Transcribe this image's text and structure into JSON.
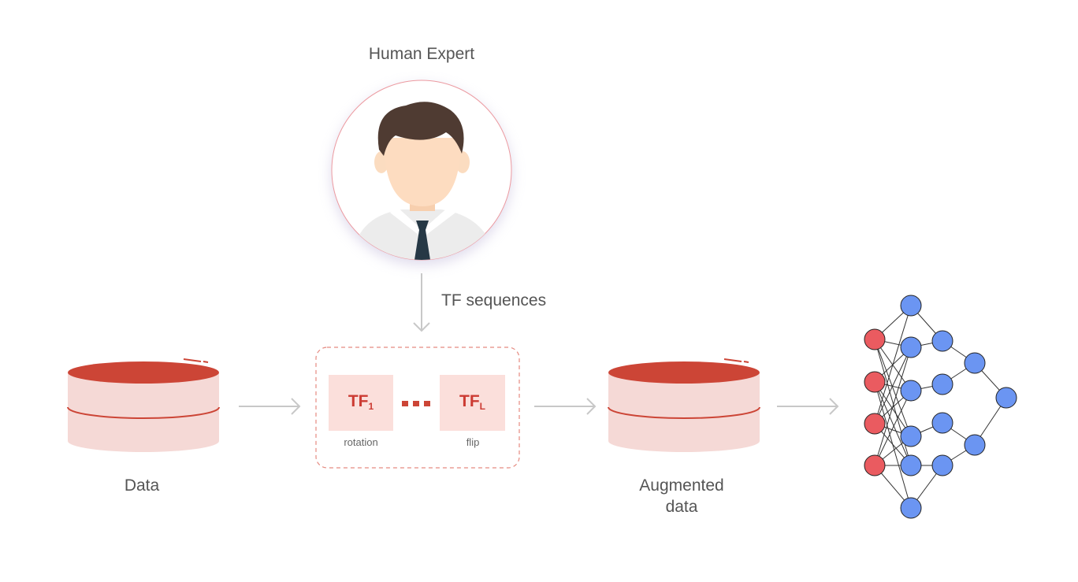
{
  "labels": {
    "expert": "Human Expert",
    "tf_sequences": "TF sequences",
    "data": "Data",
    "augmented_line1": "Augmented",
    "augmented_line2": "data"
  },
  "transforms": [
    {
      "name": "TF",
      "sub": "1",
      "caption": "rotation"
    },
    {
      "name": "TF",
      "sub": "L",
      "caption": "flip"
    }
  ],
  "colors": {
    "accent": "#cc4536",
    "db_body": "#f5d9d6",
    "tf_box": "#fbdfdb",
    "dashed_border": "#e58a80",
    "arrow": "#c8c8c8",
    "input_node": "#ea5b60",
    "hidden_node": "#6b95f2",
    "edge": "#333333"
  },
  "network": {
    "input_nodes": 4,
    "hidden_nodes": 13
  }
}
